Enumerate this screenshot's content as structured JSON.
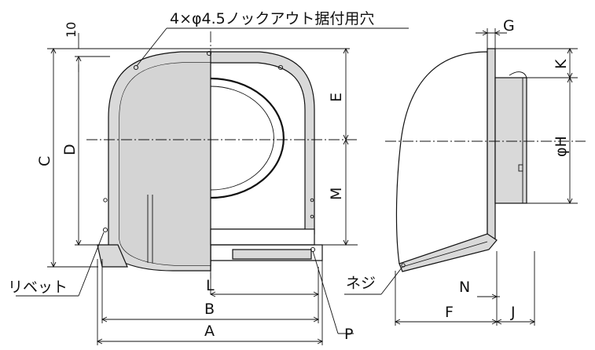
{
  "labels": {
    "knockout_note": "4×φ4.5ノックアウト据付用穴",
    "rivet": "リベット",
    "screw": "ネジ",
    "dim_10": "10",
    "dim_A": "A",
    "dim_B": "B",
    "dim_C": "C",
    "dim_D": "D",
    "dim_E": "E",
    "dim_F": "F",
    "dim_G": "G",
    "dim_H": "φH",
    "dim_J": "J",
    "dim_K": "K",
    "dim_L": "L",
    "dim_M": "M",
    "dim_N": "N",
    "dim_P": "P"
  }
}
